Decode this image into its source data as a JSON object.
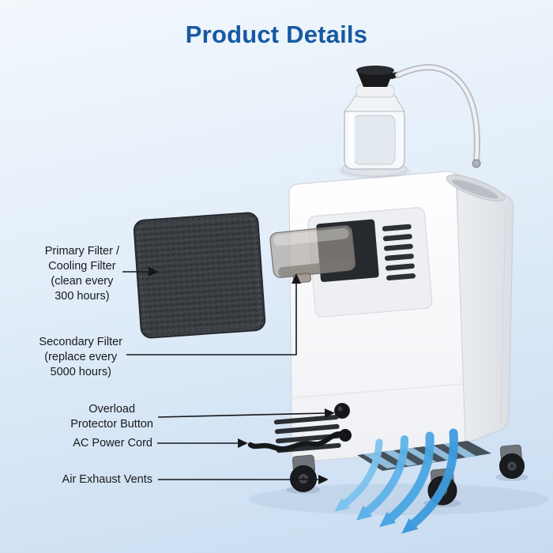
{
  "title": "Product Details",
  "labels": {
    "primary_filter": "Primary Filter /\nCooling Filter\n(clean every\n300 hours)",
    "secondary_filter": "Secondary Filter\n(replace every\n5000 hours)",
    "overload": "Overload\nProtector Button",
    "ac_power_cord": "AC Power Cord",
    "air_exhaust_vents": "Air Exhaust Vents"
  },
  "colors": {
    "title_blue": "#1659a2",
    "background_top": "#f2f7fc",
    "background_bottom": "#c8dcf1",
    "label_text": "#19191b",
    "airflow_blue": "#4aa5e3",
    "filter_pad": "#393d41",
    "machine_white": "#ffffff"
  }
}
